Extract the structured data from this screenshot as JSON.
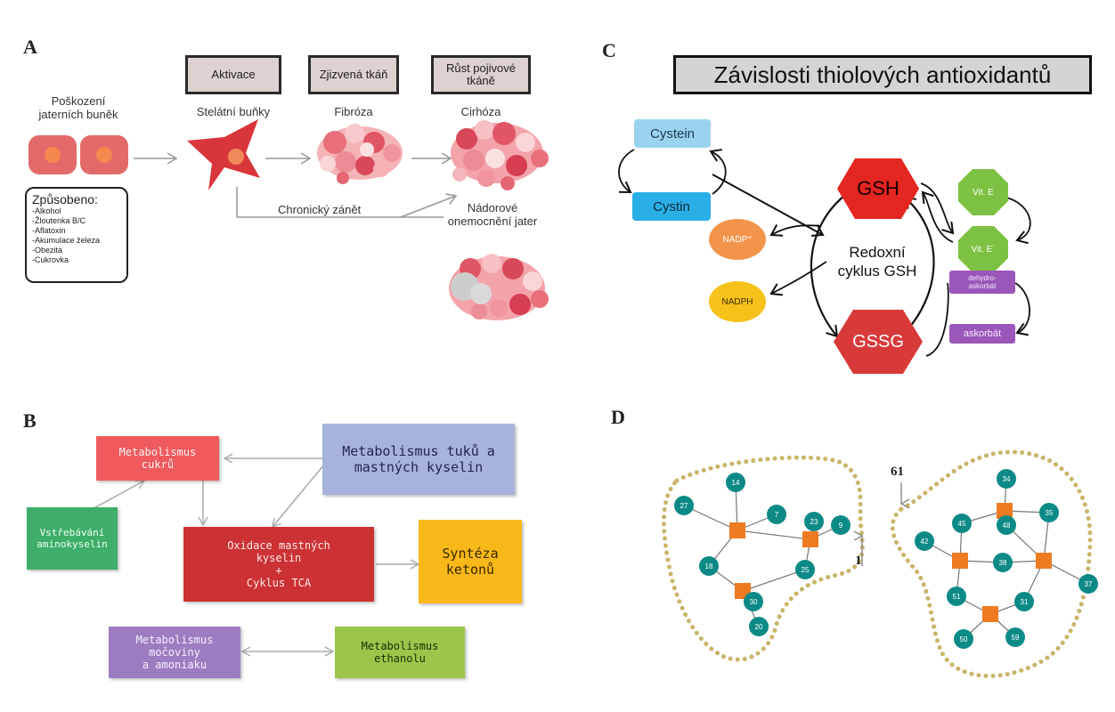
{
  "panel_a": {
    "label": "A",
    "damage_caption": "Poškození\njaterních buněk",
    "causes_title": "Způsobeno:",
    "causes": [
      "-Alkohol",
      "-Žloutenka B/C",
      "-Aflatoxin",
      "-Akumulace železa",
      "-Obezita",
      "-Cukrovka"
    ],
    "headers": [
      "Aktivace",
      "Zjizvená tkáň",
      "Růst pojivové\ntkáně"
    ],
    "stage_labels": [
      "Stelátní buňky",
      "Fibróza",
      "Cirhóza"
    ],
    "inflammation_label": "Chronický zánět",
    "tumor_label": "Nádorové\nonemocnění jater"
  },
  "panel_b": {
    "label": "B",
    "boxes": {
      "sugar": "Metabolismus\ncukrů",
      "fat": "Metabolismus tuků a\nmastných kyselin",
      "amino": "Vstřebávání\naminokyselin",
      "oxidation": "Oxidace mastných\nkyselin\n+\nCyklus TCA",
      "ketone": "Syntéza\nketonů",
      "urea": "Metabolismus\nmočoviny\na amoniaku",
      "ethanol": "Metabolismus\nethanolu"
    }
  },
  "panel_c": {
    "label": "C",
    "title": "Závislosti thiolových antioxidantů",
    "cystein": "Cystein",
    "cystin": "Cystin",
    "nadp": "NADP⁺",
    "nadph": "NADPH",
    "gsh": "GSH",
    "gssg": "GSSG",
    "cycle": "Redoxní\ncyklus GSH",
    "vit_e": "Vit. E",
    "vit_e_rad": "Vit. E˙",
    "dehydro": "dehydro-\naskorbát",
    "ascorbate": "askorbát",
    "colors": {
      "cystein": "#9ad3f0",
      "cystin": "#2aaee6",
      "nadp": "#f2944a",
      "nadph": "#f6c21a",
      "gsh": "#e32620",
      "gssg": "#d83a3a",
      "vit": "#7dc142",
      "ascorbate": "#9a56b8"
    }
  },
  "panel_d": {
    "label": "D",
    "left_nodes": [
      "27",
      "14",
      "7",
      "23",
      "9",
      "18",
      "25",
      "30",
      "20"
    ],
    "right_nodes": [
      "34",
      "45",
      "48",
      "35",
      "42",
      "38",
      "37",
      "51",
      "31",
      "50",
      "59"
    ],
    "annot_1": "1",
    "annot_61": "61",
    "colors": {
      "node": "#0d8a86",
      "hub": "#ee7a22",
      "dots": "#c9b56a"
    }
  }
}
